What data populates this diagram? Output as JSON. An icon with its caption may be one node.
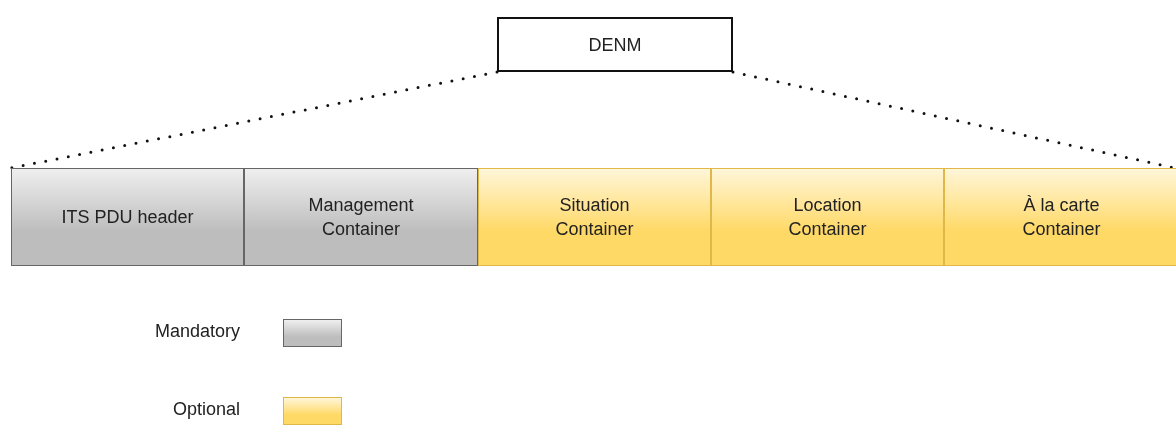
{
  "diagram": {
    "nodes": [
      {
        "text": [
          "DENM"
        ]
      },
      {
        "text": [
          "ITS PDU header"
        ]
      },
      {
        "text": [
          "Management Container"
        ]
      },
      {
        "text": [
          "Situation Container"
        ]
      },
      {
        "text": [
          "Location Container"
        ]
      },
      {
        "text": [
          "À la carte Container"
        ]
      }
    ],
    "edges": [
      {
        "from": 0,
        "to": 1,
        "arrow": "none",
        "style": "dashed"
      },
      {
        "from": 0,
        "to": 5,
        "arrow": "none",
        "style": "dashed"
      }
    ],
    "legend": [
      {
        "text": "Mandatory",
        "color": "#bdbdbd"
      },
      {
        "text": "Optional",
        "color": "#ffd966"
      }
    ]
  }
}
